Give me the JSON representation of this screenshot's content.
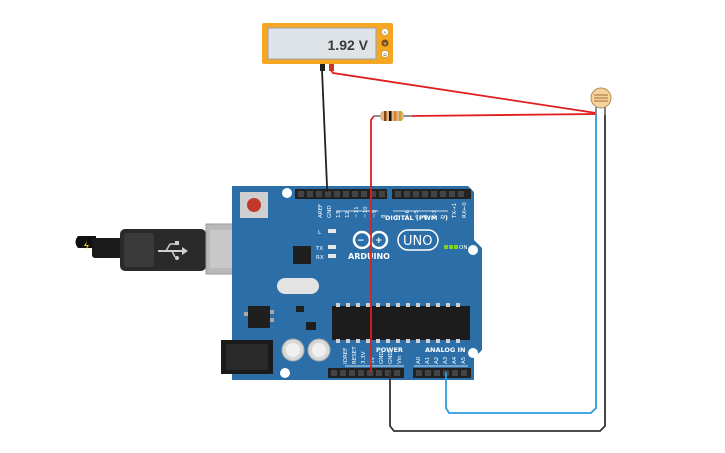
{
  "multimeter": {
    "reading": "1.92 V",
    "mode_labels": [
      "A",
      "V",
      "Ω"
    ]
  },
  "board": {
    "brand": "ARDUINO",
    "model": "UNO",
    "on_label": "ON",
    "led_labels": [
      "L",
      "TX",
      "RX"
    ],
    "digital_section": "DIGITAL (PWM ~)",
    "digital_pins": [
      "AREF",
      "GND",
      "13",
      "12",
      "~11",
      "~10",
      "~9",
      "8",
      "7",
      "~6",
      "~5",
      "4",
      "~3",
      "2",
      "TX→1",
      "RX←0"
    ],
    "power_section": "POWER",
    "power_pins": [
      "IOREF",
      "RESET",
      "3.3V",
      "5V",
      "GND",
      "GND",
      "Vin"
    ],
    "analog_section": "ANALOG IN",
    "analog_pins": [
      "A0",
      "A1",
      "A2",
      "A3",
      "A4",
      "A5"
    ]
  },
  "wire_colors": {
    "red": "#e01e1e",
    "black": "#222222",
    "blue": "#2d9cdb",
    "dark": "#333333"
  },
  "colors": {
    "board": "#2b6ea8",
    "meter_frame": "#f5a623",
    "meter_screen": "#dde3e6"
  }
}
